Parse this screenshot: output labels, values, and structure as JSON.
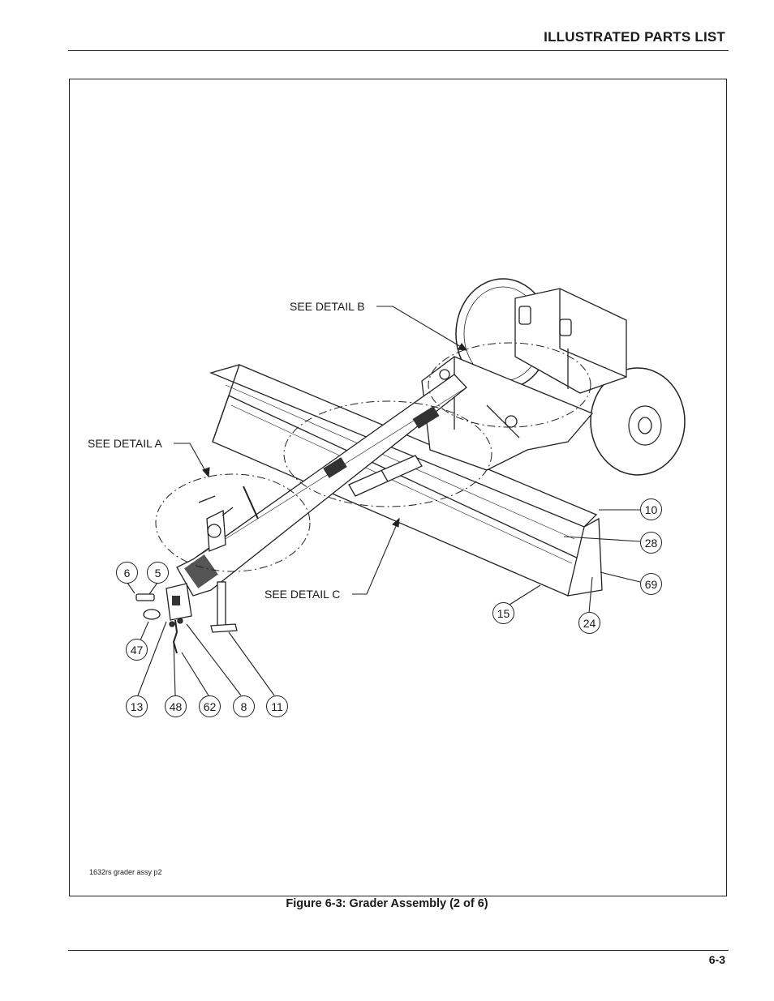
{
  "header": {
    "title": "ILLUSTRATED PARTS LIST"
  },
  "figure": {
    "caption": "Figure 6-3:  Grader Assembly (2 of 6)",
    "file_ref": "1632rs grader assy p2",
    "detail_callouts": {
      "a": "SEE DETAIL A",
      "b": "SEE DETAIL B",
      "c": "SEE DETAIL C"
    },
    "item_numbers": {
      "n6": "6",
      "n5": "5",
      "n47": "47",
      "n13": "13",
      "n48": "48",
      "n62": "62",
      "n8": "8",
      "n11": "11",
      "n10": "10",
      "n28": "28",
      "n69": "69",
      "n15": "15",
      "n24": "24"
    }
  },
  "footer": {
    "page_number": "6-3"
  }
}
